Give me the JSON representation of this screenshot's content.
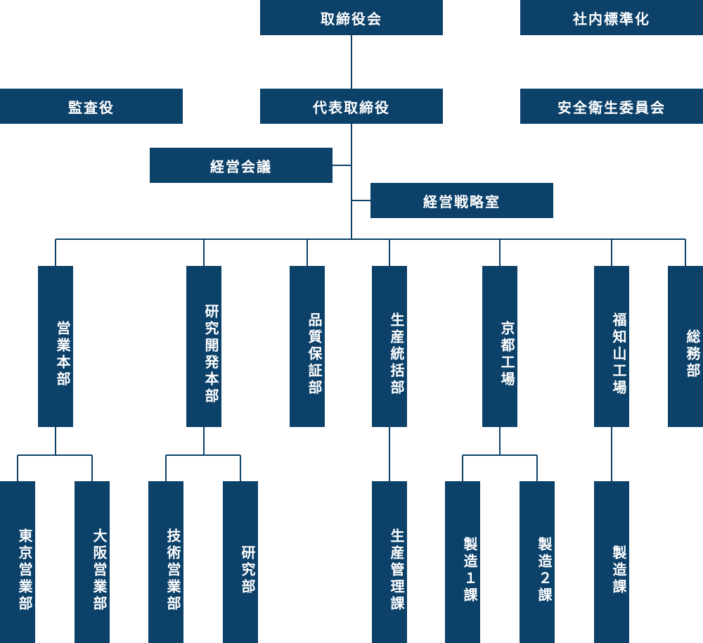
{
  "colors": {
    "box_fill": "#0c4169",
    "box_text": "#ffffff",
    "connector": "#0c4169",
    "background": "#ffffff"
  },
  "top": {
    "board": "取締役会",
    "standardization": "社内標準化",
    "auditor": "監査役",
    "president": "代表取締役",
    "safety_committee": "安全衛生委員会",
    "management_meeting": "経営会議",
    "strategy_office": "経営戦略室"
  },
  "divisions": {
    "sales_hq": "営業本部",
    "rnd_hq": "研究開発本部",
    "quality": "品質保証部",
    "production": "生産統括部",
    "kyoto_factory": "京都工場",
    "fukuchiyama_factory": "福知山工場",
    "general_affairs": "総務部"
  },
  "sections": {
    "tokyo_sales": "東京営業部",
    "osaka_sales": "大阪営業部",
    "tech_sales": "技術営業部",
    "research": "研究部",
    "production_mgmt": "生産管理課",
    "manufacturing_1": "製造１課",
    "manufacturing_2": "製造２課",
    "manufacturing": "製造課"
  }
}
